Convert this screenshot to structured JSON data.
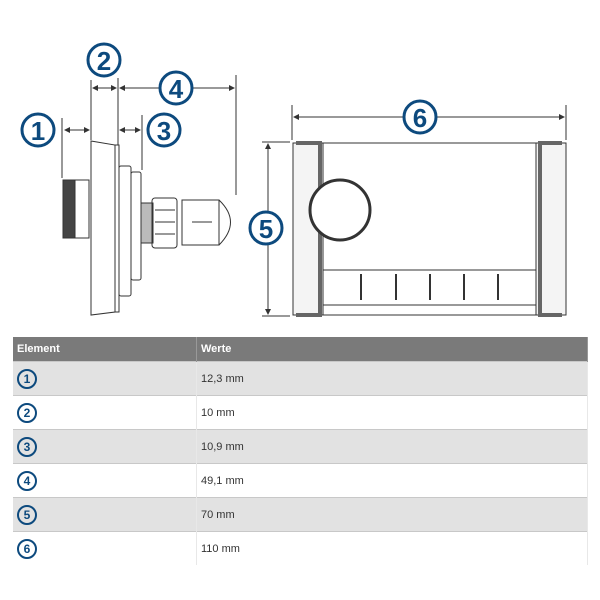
{
  "callouts": [
    "1",
    "2",
    "3",
    "4",
    "5",
    "6"
  ],
  "table": {
    "headers": [
      "Element",
      "Werte"
    ],
    "rows": [
      {
        "element": "1",
        "value": "12,3 mm"
      },
      {
        "element": "2",
        "value": "10 mm"
      },
      {
        "element": "3",
        "value": "10,9 mm"
      },
      {
        "element": "4",
        "value": "49,1 mm"
      },
      {
        "element": "5",
        "value": "70 mm"
      },
      {
        "element": "6",
        "value": "110 mm"
      }
    ]
  },
  "colors": {
    "accent": "#0d4a7e",
    "header": "#7a7a7a"
  }
}
